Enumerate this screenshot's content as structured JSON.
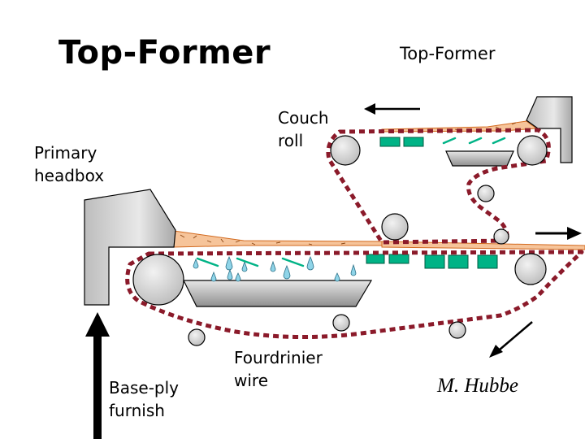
{
  "title": "Top-Former",
  "corner_title": "Top-Former",
  "labels": {
    "couch_roll": "Couch\nroll",
    "primary_headbox": "Primary\nheadbox",
    "fourdrinier_wire": "Fourdrinier\nwire",
    "base_ply_furnish": "Base-ply\nfurnish"
  },
  "author": "M. Hubbe",
  "colors": {
    "wire": "#8b1a2a",
    "stock": "#f6c49a",
    "stock_edge": "#d2691e",
    "foil": "#00b386",
    "water_drop": "#8fd4e8",
    "roll_fill": "#d9d9d9",
    "headbox_fill": "#c8c8c8",
    "arrow": "#000000"
  }
}
